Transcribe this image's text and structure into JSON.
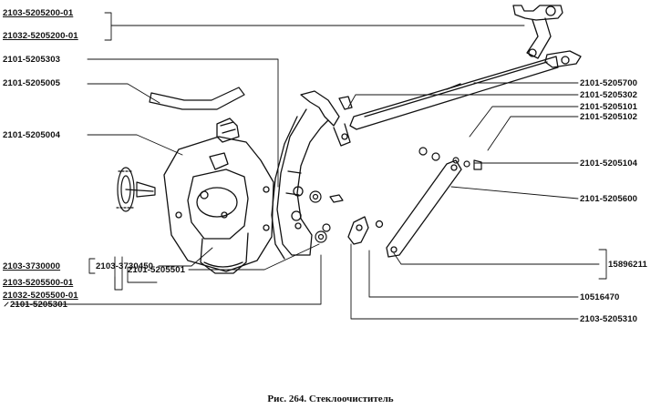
{
  "caption": "Рис. 264. Стеклоочиститель",
  "labels": {
    "left": {
      "l1": "2103-5205200-01",
      "l2": "21032-5205200-01",
      "l3": "2101-5205303",
      "l4": "2101-5205005",
      "l5": "2101-5205004",
      "l6": "2103-3730000",
      "l7": "2103-3730450",
      "l8": "2103-5205500-01",
      "l9": "21032-5205500-01",
      "l10": "2101-5205501",
      "l11": "2101-5205301"
    },
    "right": {
      "r1": "2101-5205700",
      "r2": "2101-5205302",
      "r3": "2101-5205101",
      "r4": "2101-5205102",
      "r5": "2101-5205104",
      "r6": "2101-5205600",
      "r7": "15896211",
      "r8": "10516470",
      "r9": "2103-5205310"
    }
  }
}
